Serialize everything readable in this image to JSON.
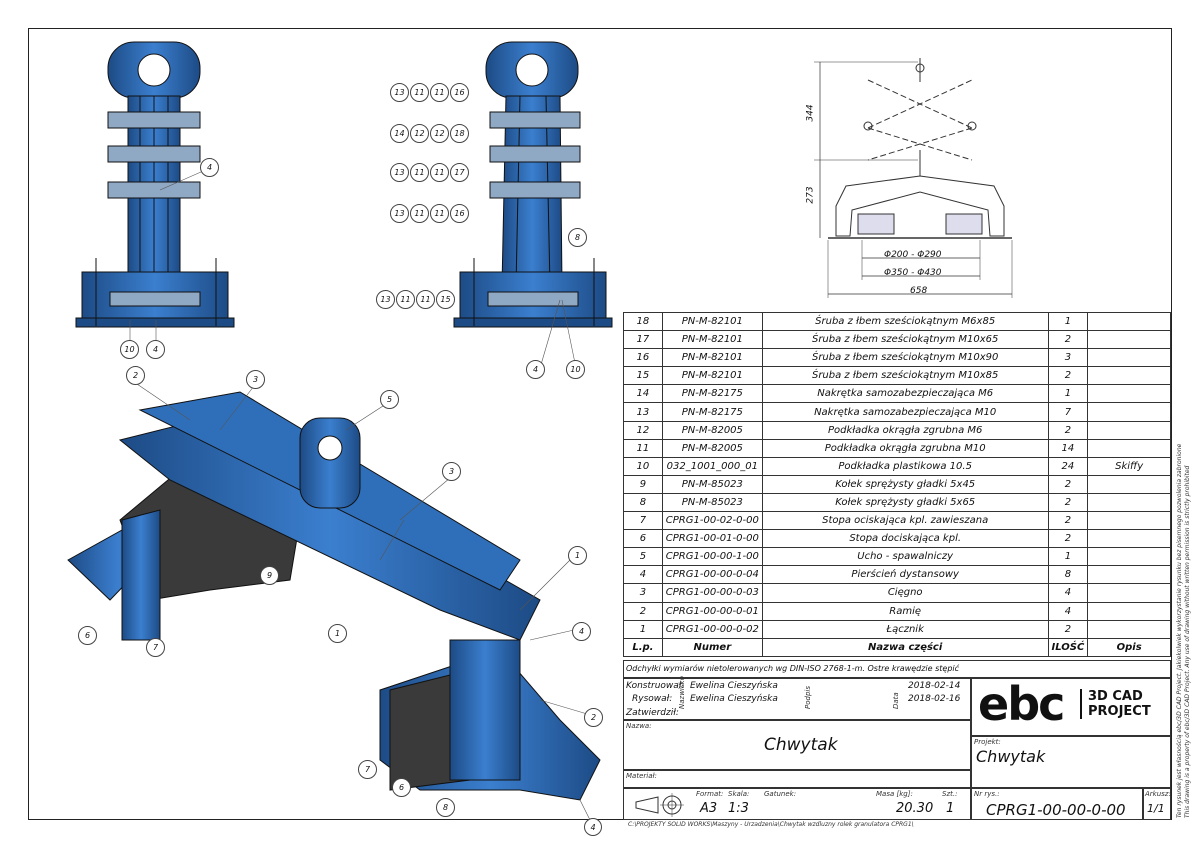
{
  "bom": {
    "header": {
      "lp": "L.p.",
      "number": "Numer",
      "name": "Nazwa części",
      "qty": "ILOŚĆ",
      "desc": "Opis"
    },
    "rows": [
      {
        "lp": "18",
        "number": "PN-M-82101",
        "name": "Śruba z łbem sześciokątnym M6x85",
        "qty": "1",
        "desc": ""
      },
      {
        "lp": "17",
        "number": "PN-M-82101",
        "name": "Śruba z łbem sześciokątnym M10x65",
        "qty": "2",
        "desc": ""
      },
      {
        "lp": "16",
        "number": "PN-M-82101",
        "name": "Śruba z łbem sześciokątnym M10x90",
        "qty": "3",
        "desc": ""
      },
      {
        "lp": "15",
        "number": "PN-M-82101",
        "name": "Śruba z łbem sześciokątnym M10x85",
        "qty": "2",
        "desc": ""
      },
      {
        "lp": "14",
        "number": "PN-M-82175",
        "name": "Nakrętka samozabezpieczająca M6",
        "qty": "1",
        "desc": ""
      },
      {
        "lp": "13",
        "number": "PN-M-82175",
        "name": "Nakrętka samozabezpieczająca M10",
        "qty": "7",
        "desc": ""
      },
      {
        "lp": "12",
        "number": "PN-M-82005",
        "name": "Podkładka okrągła zgrubna M6",
        "qty": "2",
        "desc": ""
      },
      {
        "lp": "11",
        "number": "PN-M-82005",
        "name": "Podkładka okrągła zgrubna M10",
        "qty": "14",
        "desc": ""
      },
      {
        "lp": "10",
        "number": "032_1001_000_01",
        "name": "Podkładka plastikowa 10.5",
        "qty": "24",
        "desc": "Skiffy"
      },
      {
        "lp": "9",
        "number": "PN-M-85023",
        "name": "Kołek sprężysty gładki 5x45",
        "qty": "2",
        "desc": ""
      },
      {
        "lp": "8",
        "number": "PN-M-85023",
        "name": "Kołek sprężysty gładki 5x65",
        "qty": "2",
        "desc": ""
      },
      {
        "lp": "7",
        "number": "CPRG1-00-02-0-00",
        "name": "Stopa ociskająca kpl. zawieszana",
        "qty": "2",
        "desc": ""
      },
      {
        "lp": "6",
        "number": "CPRG1-00-01-0-00",
        "name": "Stopa dociskająca kpl.",
        "qty": "2",
        "desc": ""
      },
      {
        "lp": "5",
        "number": "CPRG1-00-00-1-00",
        "name": "Ucho - spawalniczy",
        "qty": "1",
        "desc": ""
      },
      {
        "lp": "4",
        "number": "CPRG1-00-00-0-04",
        "name": "Pierścień dystansowy",
        "qty": "8",
        "desc": ""
      },
      {
        "lp": "3",
        "number": "CPRG1-00-00-0-03",
        "name": "Cięgno",
        "qty": "4",
        "desc": ""
      },
      {
        "lp": "2",
        "number": "CPRG1-00-00-0-01",
        "name": "Ramię",
        "qty": "4",
        "desc": ""
      },
      {
        "lp": "1",
        "number": "CPRG1-00-00-0-02",
        "name": "Łącznik",
        "qty": "2",
        "desc": ""
      }
    ]
  },
  "title_block": {
    "note": "Odchyłki wymiarów nietolerowanych wg DIN-ISO 2768-1-m. Ostre krawędzie stępić",
    "konstruowal_label": "Konstruował:",
    "rysowal_label": "Rysował:",
    "zatwierdzil_label": "Zatwierdził:",
    "nazwisko_label": "Nazwisko",
    "podpis_label": "Podpis",
    "data_label": "Data",
    "konstruowal_name": "Ewelina Cieszyńska",
    "rysowal_name": "Ewelina Cieszyńska",
    "konstruowal_date": "2018-02-14",
    "rysowal_date": "2018-02-16",
    "nazwa_label": "Nazwa:",
    "nazwa": "Chwytak",
    "material_label": "Materiał:",
    "projekt_label": "Projekt:",
    "projekt": "Chwytak",
    "format_label": "Format:",
    "format": "A3",
    "skala_label": "Skala:",
    "skala": "1:3",
    "gatunek_label": "Gatunek:",
    "masa_label": "Masa [kg]:",
    "masa": "20.30",
    "szt_label": "Szt.:",
    "szt": "1",
    "nr_label": "Nr rys.:",
    "nr": "CPRG1-00-00-0-00",
    "arkusz_label": "Arkusz:",
    "arkusz": "1/1",
    "path": "C:\\PROJEKTY SOLID WORKS\\Maszyny - Urzadzenia\\Chwytak wzdluzny rolek granulatora CPRG1\\",
    "logo_text": "ebc",
    "logo_sub1": "3D CAD",
    "logo_sub2": "PROJECT",
    "side_note_1": "Ten rysunek jest własnością ebc/3D CAD Project. Jakiekolwiek wykorzystanie rysunku bez pisemnego pozwolenia zabronione",
    "side_note_2": "This drawing is a property of ebc/3D CAD Project. Any use of drawing without written permission is strictly prohibited"
  },
  "dimensions": {
    "h_top": "344",
    "h_bottom": "273",
    "d_inner": "Φ200 - Φ290",
    "d_outer": "Φ350 - Φ430",
    "width": "658"
  },
  "balloons": {
    "front": [
      "4",
      "10",
      "4"
    ],
    "side_groups": [
      [
        "13",
        "11",
        "11",
        "16"
      ],
      [
        "14",
        "12",
        "12",
        "18"
      ],
      [
        "13",
        "11",
        "11",
        "17"
      ],
      [
        "13",
        "11",
        "11",
        "16"
      ],
      [
        "13",
        "11",
        "11",
        "15"
      ]
    ],
    "side_extra": [
      "8",
      "4",
      "10"
    ],
    "iso": [
      "2",
      "3",
      "5",
      "3",
      "9",
      "1",
      "6",
      "7",
      "1",
      "4",
      "2",
      "7",
      "6",
      "8",
      "4"
    ]
  },
  "colors": {
    "part_blue": "#2f6fba",
    "part_dark": "#1d4b85",
    "line": "#222"
  }
}
